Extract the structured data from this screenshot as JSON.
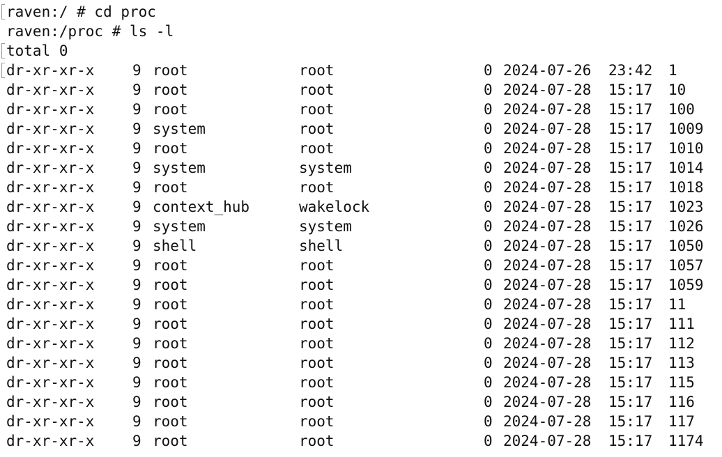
{
  "terminal": {
    "commands": [
      "raven:/ # cd proc",
      "raven:/proc # ls -l"
    ],
    "total": "total 0",
    "entries": [
      {
        "perm": "dr-xr-xr-x",
        "links": "9",
        "owner": "root",
        "group": "root",
        "size": "0",
        "date": "2024-07-26",
        "time": "23:42",
        "name": "1"
      },
      {
        "perm": "dr-xr-xr-x",
        "links": "9",
        "owner": "root",
        "group": "root",
        "size": "0",
        "date": "2024-07-28",
        "time": "15:17",
        "name": "10"
      },
      {
        "perm": "dr-xr-xr-x",
        "links": "9",
        "owner": "root",
        "group": "root",
        "size": "0",
        "date": "2024-07-28",
        "time": "15:17",
        "name": "100"
      },
      {
        "perm": "dr-xr-xr-x",
        "links": "9",
        "owner": "system",
        "group": "root",
        "size": "0",
        "date": "2024-07-28",
        "time": "15:17",
        "name": "1009"
      },
      {
        "perm": "dr-xr-xr-x",
        "links": "9",
        "owner": "root",
        "group": "root",
        "size": "0",
        "date": "2024-07-28",
        "time": "15:17",
        "name": "1010"
      },
      {
        "perm": "dr-xr-xr-x",
        "links": "9",
        "owner": "system",
        "group": "system",
        "size": "0",
        "date": "2024-07-28",
        "time": "15:17",
        "name": "1014"
      },
      {
        "perm": "dr-xr-xr-x",
        "links": "9",
        "owner": "root",
        "group": "root",
        "size": "0",
        "date": "2024-07-28",
        "time": "15:17",
        "name": "1018"
      },
      {
        "perm": "dr-xr-xr-x",
        "links": "9",
        "owner": "context_hub",
        "group": "wakelock",
        "size": "0",
        "date": "2024-07-28",
        "time": "15:17",
        "name": "1023"
      },
      {
        "perm": "dr-xr-xr-x",
        "links": "9",
        "owner": "system",
        "group": "system",
        "size": "0",
        "date": "2024-07-28",
        "time": "15:17",
        "name": "1026"
      },
      {
        "perm": "dr-xr-xr-x",
        "links": "9",
        "owner": "shell",
        "group": "shell",
        "size": "0",
        "date": "2024-07-28",
        "time": "15:17",
        "name": "1050"
      },
      {
        "perm": "dr-xr-xr-x",
        "links": "9",
        "owner": "root",
        "group": "root",
        "size": "0",
        "date": "2024-07-28",
        "time": "15:17",
        "name": "1057"
      },
      {
        "perm": "dr-xr-xr-x",
        "links": "9",
        "owner": "root",
        "group": "root",
        "size": "0",
        "date": "2024-07-28",
        "time": "15:17",
        "name": "1059"
      },
      {
        "perm": "dr-xr-xr-x",
        "links": "9",
        "owner": "root",
        "group": "root",
        "size": "0",
        "date": "2024-07-28",
        "time": "15:17",
        "name": "11"
      },
      {
        "perm": "dr-xr-xr-x",
        "links": "9",
        "owner": "root",
        "group": "root",
        "size": "0",
        "date": "2024-07-28",
        "time": "15:17",
        "name": "111"
      },
      {
        "perm": "dr-xr-xr-x",
        "links": "9",
        "owner": "root",
        "group": "root",
        "size": "0",
        "date": "2024-07-28",
        "time": "15:17",
        "name": "112"
      },
      {
        "perm": "dr-xr-xr-x",
        "links": "9",
        "owner": "root",
        "group": "root",
        "size": "0",
        "date": "2024-07-28",
        "time": "15:17",
        "name": "113"
      },
      {
        "perm": "dr-xr-xr-x",
        "links": "9",
        "owner": "root",
        "group": "root",
        "size": "0",
        "date": "2024-07-28",
        "time": "15:17",
        "name": "115"
      },
      {
        "perm": "dr-xr-xr-x",
        "links": "9",
        "owner": "root",
        "group": "root",
        "size": "0",
        "date": "2024-07-28",
        "time": "15:17",
        "name": "116"
      },
      {
        "perm": "dr-xr-xr-x",
        "links": "9",
        "owner": "root",
        "group": "root",
        "size": "0",
        "date": "2024-07-28",
        "time": "15:17",
        "name": "117"
      },
      {
        "perm": "dr-xr-xr-x",
        "links": "9",
        "owner": "root",
        "group": "root",
        "size": "0",
        "date": "2024-07-28",
        "time": "15:17",
        "name": "1174"
      }
    ]
  }
}
